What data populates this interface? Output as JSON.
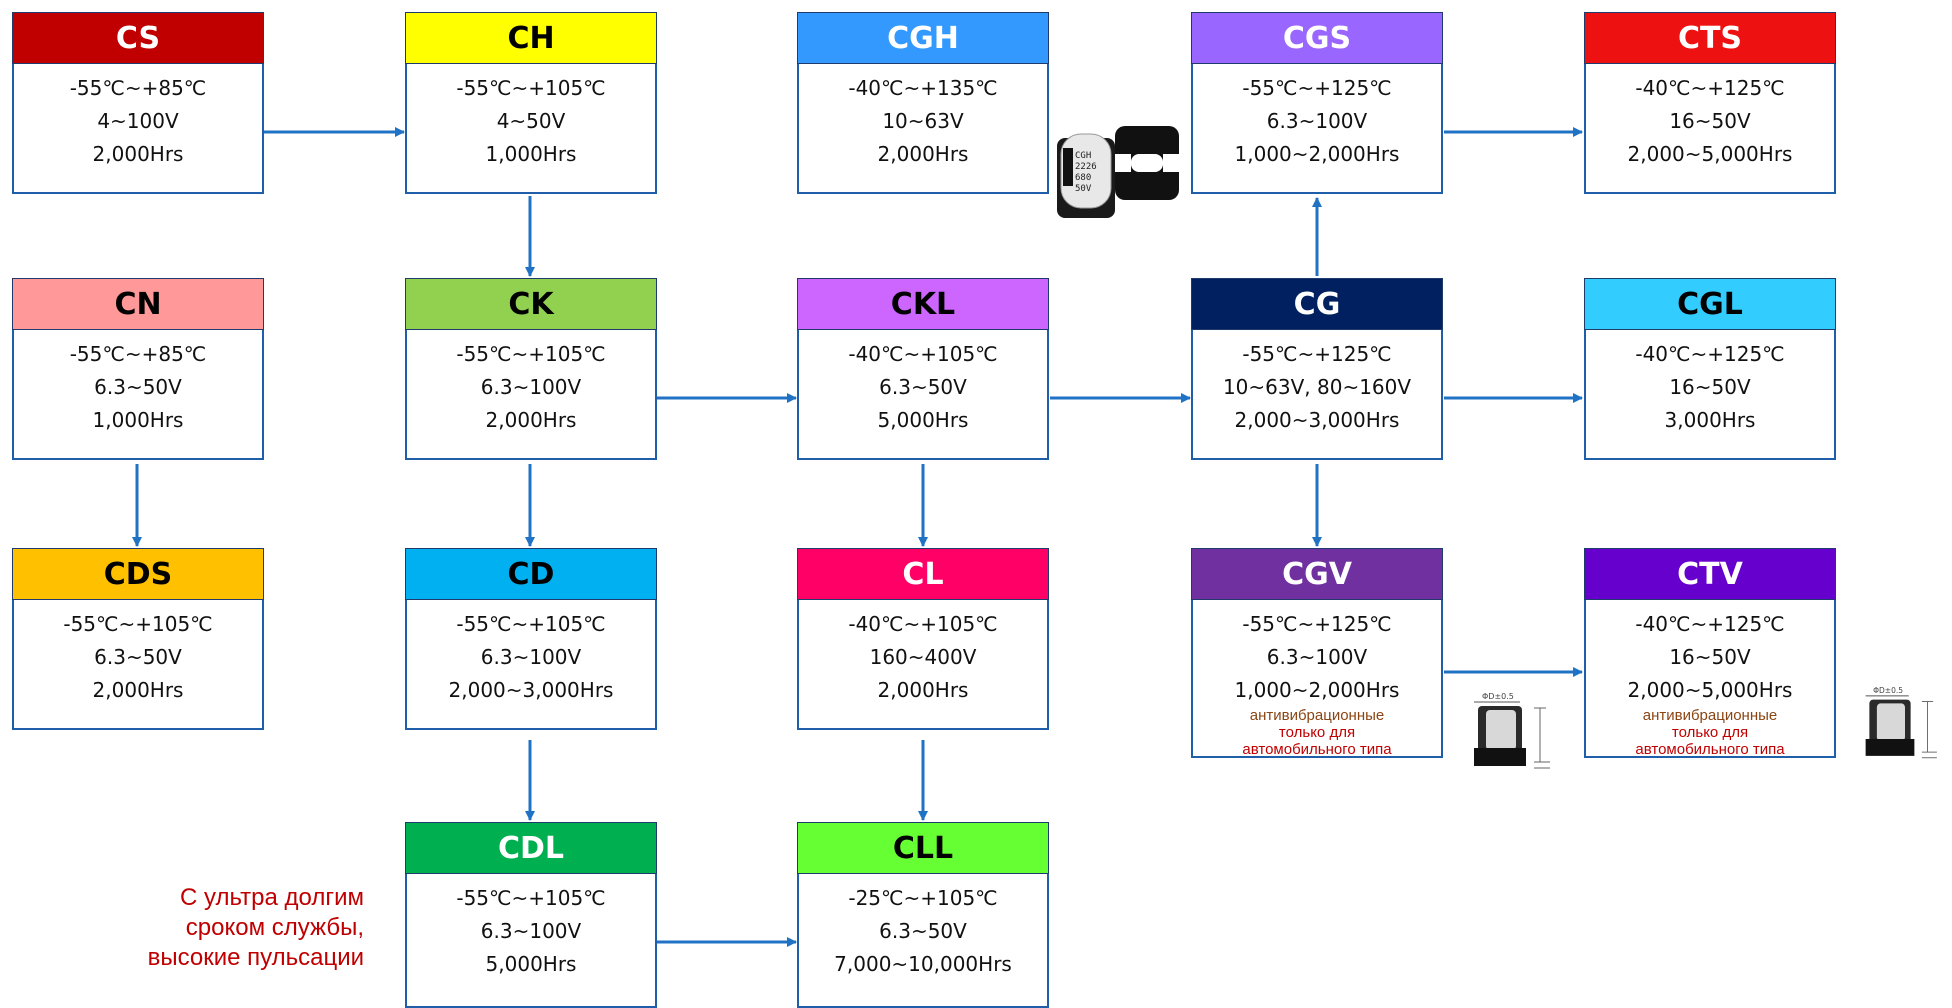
{
  "nodes": {
    "cs": {
      "title": "CS",
      "color": "#c00000",
      "title_color": "#ffffff",
      "lines": [
        "-55℃~+85℃",
        "4~100V",
        "2,000Hrs"
      ]
    },
    "ch": {
      "title": "CH",
      "color": "#ffff00",
      "title_color": "#000000",
      "lines": [
        "-55℃~+105℃",
        "4~50V",
        "1,000Hrs"
      ]
    },
    "cgh": {
      "title": "CGH",
      "color": "#3399ff",
      "title_color": "#ffffff",
      "lines": [
        "-40℃~+135℃",
        "10~63V",
        "2,000Hrs"
      ]
    },
    "cgs": {
      "title": "CGS",
      "color": "#9966ff",
      "title_color": "#ffffff",
      "lines": [
        "-55℃~+125℃",
        "6.3~100V",
        "1,000~2,000Hrs"
      ]
    },
    "cts": {
      "title": "CTS",
      "color": "#ee1111",
      "title_color": "#ffffff",
      "lines": [
        "-40℃~+125℃",
        "16~50V",
        "2,000~5,000Hrs"
      ]
    },
    "cn": {
      "title": "CN",
      "color": "#ff9999",
      "title_color": "#000000",
      "lines": [
        "-55℃~+85℃",
        "6.3~50V",
        "1,000Hrs"
      ]
    },
    "ck": {
      "title": "CK",
      "color": "#92d050",
      "title_color": "#000000",
      "lines": [
        "-55℃~+105℃",
        "6.3~100V",
        "2,000Hrs"
      ]
    },
    "ckl": {
      "title": "CKL",
      "color": "#cc66ff",
      "title_color": "#000000",
      "lines": [
        "-40℃~+105℃",
        "6.3~50V",
        "5,000Hrs"
      ]
    },
    "cg": {
      "title": "CG",
      "color": "#002060",
      "title_color": "#ffffff",
      "lines": [
        "-55℃~+125℃",
        "10~63V, 80~160V",
        "2,000~3,000Hrs"
      ]
    },
    "cgl": {
      "title": "CGL",
      "color": "#33ccff",
      "title_color": "#000000",
      "lines": [
        "-40℃~+125℃",
        "16~50V",
        "3,000Hrs"
      ]
    },
    "cds": {
      "title": "CDS",
      "color": "#ffc000",
      "title_color": "#000000",
      "lines": [
        "-55℃~+105℃",
        "6.3~50V",
        "2,000Hrs"
      ]
    },
    "cd": {
      "title": "CD",
      "color": "#00b0f0",
      "title_color": "#000000",
      "lines": [
        "-55℃~+105℃",
        "6.3~100V",
        "2,000~3,000Hrs"
      ]
    },
    "cl": {
      "title": "CL",
      "color": "#ff0066",
      "title_color": "#ffffff",
      "lines": [
        "-40℃~+105℃",
        "160~400V",
        "2,000Hrs"
      ]
    },
    "cgv": {
      "title": "CGV",
      "color": "#7030a0",
      "title_color": "#ffffff",
      "lines": [
        "-55℃~+125℃",
        "6.3~100V",
        "1,000~2,000Hrs"
      ],
      "note": [
        "антивибрационные",
        "только для",
        "автомобильного типа"
      ]
    },
    "ctv": {
      "title": "CTV",
      "color": "#6600cc",
      "title_color": "#ffffff",
      "lines": [
        "-40℃~+125℃",
        "16~50V",
        "2,000~5,000Hrs"
      ],
      "note": [
        "антивибрационные",
        "только для",
        "автомобильного типа"
      ]
    },
    "cdl": {
      "title": "CDL",
      "color": "#00b050",
      "title_color": "#ffffff",
      "lines": [
        "-55℃~+105℃",
        "6.3~100V",
        "5,000Hrs"
      ]
    },
    "cll": {
      "title": "CLL",
      "color": "#66ff33",
      "title_color": "#000000",
      "lines": [
        "-25℃~+105℃",
        "6.3~50V",
        "7,000~10,000Hrs"
      ]
    }
  },
  "side_note": [
    "С ультра долгим",
    "сроком службы,",
    "высокие пульсации"
  ],
  "cgh_image": {
    "marking": [
      "CGH",
      "2226",
      "680",
      "50V"
    ]
  },
  "dim_label": "ΦD±0.5",
  "colors": {
    "arrow": "#1f72c4",
    "box_border": "#1f5ea8"
  }
}
